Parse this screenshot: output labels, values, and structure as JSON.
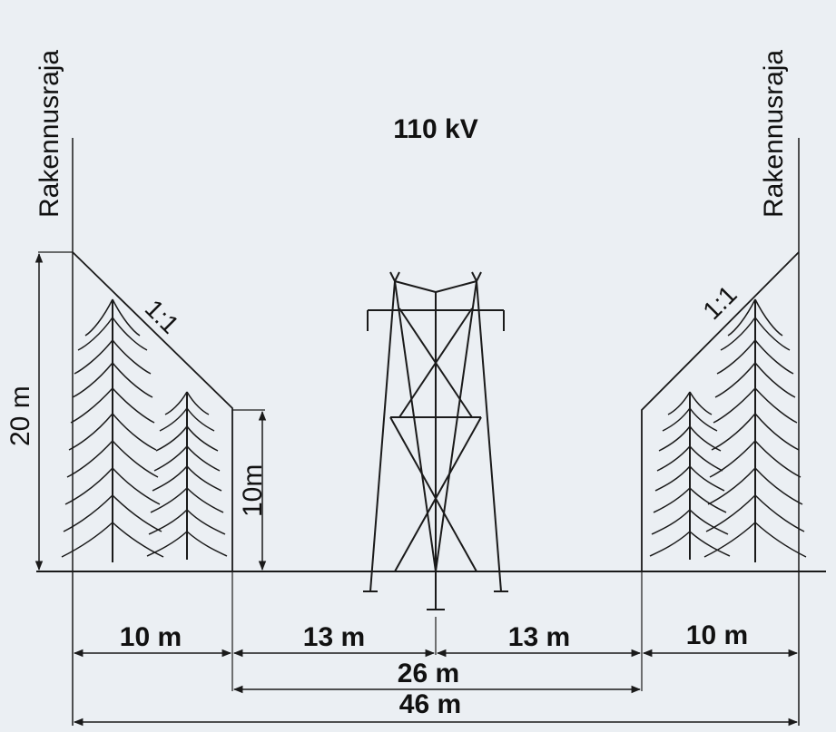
{
  "title": "110 kV",
  "building_limit_left": "Rakennusraja",
  "building_limit_right": "Rakennusraja",
  "slope_left": "1:1",
  "slope_right": "1:1",
  "height_outer": "20 m",
  "height_inner": "10m",
  "widths": {
    "left_forest": "10 m",
    "left_clear": "13 m",
    "right_clear": "13 m",
    "right_forest": "10 m",
    "clearing_total": "26 m",
    "total": "46 m"
  }
}
